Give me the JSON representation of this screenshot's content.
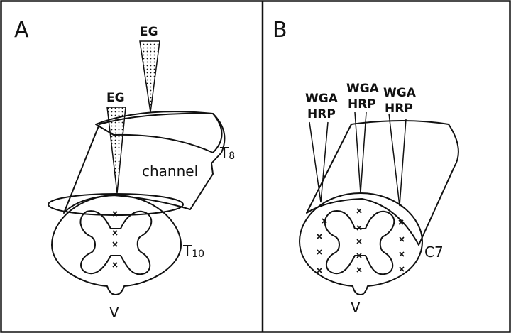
{
  "panel_a": {
    "letter": "A",
    "pipette_top_label": "EG",
    "pipette_mid_label": "EG",
    "channel_label": "channel",
    "t8_main": "T",
    "t8_sub": "8",
    "t10_main": "T",
    "t10_sub": "10",
    "ventral_label": "V"
  },
  "panel_b": {
    "letter": "B",
    "injections": [
      {
        "line1": "WGA",
        "line2": "HRP"
      },
      {
        "line1": "WGA",
        "line2": "HRP"
      },
      {
        "line1": "WGA",
        "line2": "HRP"
      }
    ],
    "c7_label": "C7",
    "ventral_label": "V"
  },
  "colors": {
    "ink": "#111111",
    "background": "#ffffff"
  }
}
